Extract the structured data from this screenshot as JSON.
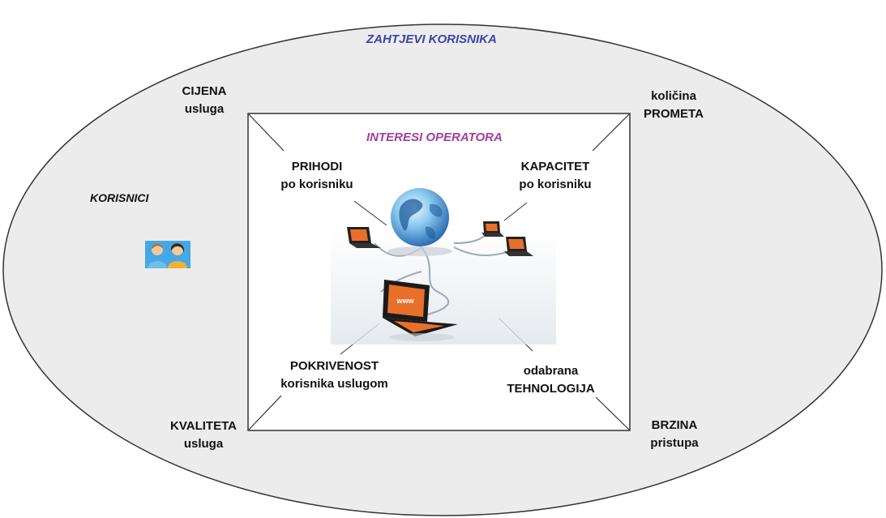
{
  "outer_title": "ZAHTJEVI KORISNIKA",
  "inner_title": "INTERESI OPERATORA",
  "users_label": "KORISNICI",
  "corners_outer": {
    "top_left": [
      "CIJENA",
      "usluga"
    ],
    "top_right": [
      "količina",
      "PROMETA"
    ],
    "bottom_left": [
      "KVALITETA",
      "usluga"
    ],
    "bottom_right": [
      "BRZINA",
      "pristupa"
    ]
  },
  "corners_inner": {
    "top_left": [
      "PRIHODI",
      "po korisniku"
    ],
    "top_right": [
      "KAPACITET",
      "po korisniku"
    ],
    "bottom_left": [
      "POKRIVENOST",
      "korisnika uslugom"
    ],
    "bottom_right": [
      "odabrana",
      "TEHNOLOGIJA"
    ]
  },
  "network_image_text": "www",
  "colors": {
    "outer_title": "#3a45a8",
    "inner_title": "#a23ea0",
    "ellipse_fill": "#ececec",
    "ellipse_stroke": "#333333",
    "laptop_screen": "#e8702a"
  },
  "icons": [
    "users-icon",
    "globe-icon",
    "laptop-icon"
  ]
}
